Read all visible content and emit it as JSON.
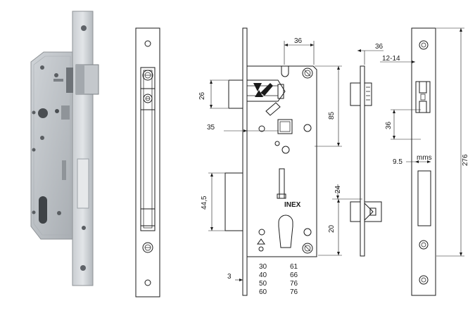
{
  "colors": {
    "line": "#1a1a1a",
    "background": "#ffffff",
    "steel_light": "#d9dcdf",
    "steel_mid": "#b7bbbf",
    "steel_dark": "#8e9296"
  },
  "labels": {
    "top_width": "36",
    "right_top_width": "36",
    "backset_range": "12-14",
    "latch_height": "26",
    "latch_offset": "35",
    "center_distance": "85",
    "deadbolt_height": "44,5",
    "rod_height": "24",
    "cylinder_offset": "20",
    "plate_thickness": "3",
    "latch_width": "36",
    "faceplate_offset": "9.5",
    "unit": "mms",
    "faceplate_length": "276",
    "brand": "INEX"
  },
  "size_table": {
    "rows": [
      [
        "30",
        "61"
      ],
      [
        "40",
        "66"
      ],
      [
        "50",
        "76"
      ],
      [
        "60",
        "76"
      ]
    ]
  }
}
